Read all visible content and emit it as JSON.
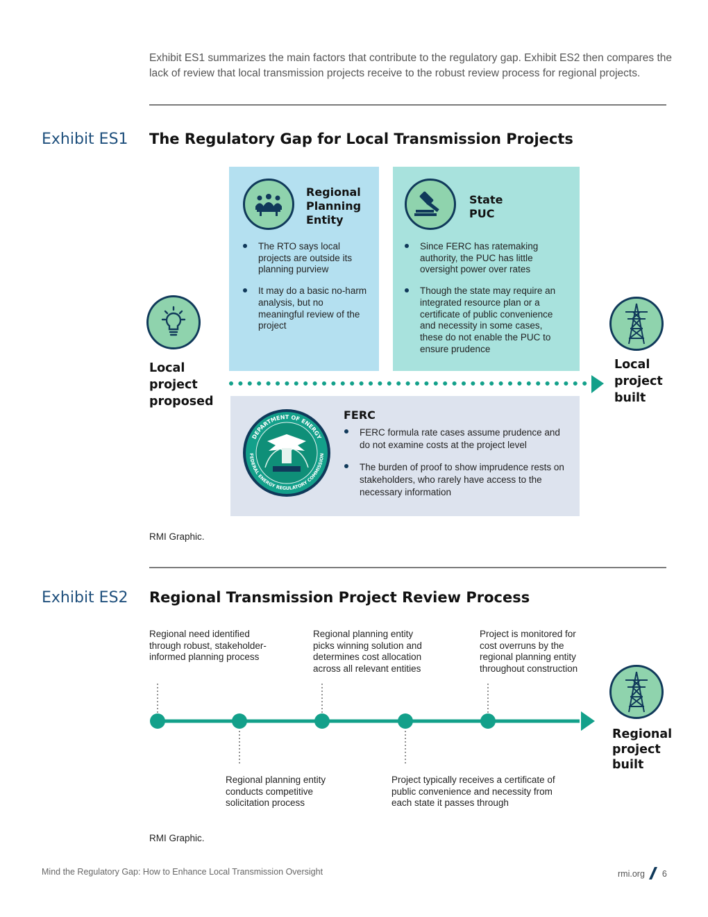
{
  "intro": "Exhibit ES1 summarizes the main factors that contribute to the regulatory gap. Exhibit ES2 then compares the lack of review that local transmission projects receive to the robust review process for regional projects.",
  "exhibit1": {
    "label": "Exhibit ES1",
    "title": "The Regulatory Gap for Local Transmission Projects",
    "start_label": [
      "Local",
      "project",
      "proposed"
    ],
    "end_label": [
      "Local",
      "project",
      "built"
    ],
    "regional": {
      "heading": [
        "Regional",
        "Planning",
        "Entity"
      ],
      "icon": "people-group-icon",
      "bullets": [
        "The RTO says local projects are outside its planning purview",
        "It may do a basic no-harm analysis, but no meaningful review of the project"
      ]
    },
    "state": {
      "heading": [
        "State",
        "PUC"
      ],
      "icon": "gavel-icon",
      "bullets": [
        "Since FERC has ratemaking authority, the PUC has little oversight power over rates",
        "Though the state may require an integrated resource plan or a certificate of public convenience and necessity in some cases, these do not enable the PUC to ensure prudence"
      ]
    },
    "ferc": {
      "heading": "FERC",
      "seal_top": "DEPARTMENT OF ENERGY",
      "seal_bottom": "FEDERAL ENERGY REGULATORY COMMISSION",
      "bullets": [
        "FERC formula rate cases assume prudence and do not examine costs at the project level",
        "The burden of proof to show imprudence rests on stakeholders, who rarely have access to the necessary information"
      ]
    },
    "credit": "RMI Graphic."
  },
  "exhibit2": {
    "label": "Exhibit ES2",
    "title": "Regional Transmission Project Review Process",
    "steps_top": [
      "Regional need identified through robust, stakeholder-informed planning process",
      "Regional planning entity picks winning solution and determines cost allocation across all relevant entities",
      "Project is monitored for cost overruns by the regional planning entity throughout construction"
    ],
    "steps_bottom": [
      "Regional planning entity conducts competitive solicitation process",
      "Project typically receives a certificate of public convenience and necessity from each state it passes through"
    ],
    "end_label": [
      "Regional",
      "project",
      "built"
    ],
    "credit": "RMI Graphic."
  },
  "colors": {
    "navy": "#10395a",
    "green": "#8fd3ad",
    "teal": "#13a08a",
    "light_blue": "#b4e0f0",
    "light_teal": "#a8e2dd",
    "grey_blue": "#dde3ee"
  },
  "footer": {
    "title": "Mind the Regulatory Gap: How to Enhance Local Transmission Oversight",
    "site": "rmi.org",
    "page": "6"
  }
}
